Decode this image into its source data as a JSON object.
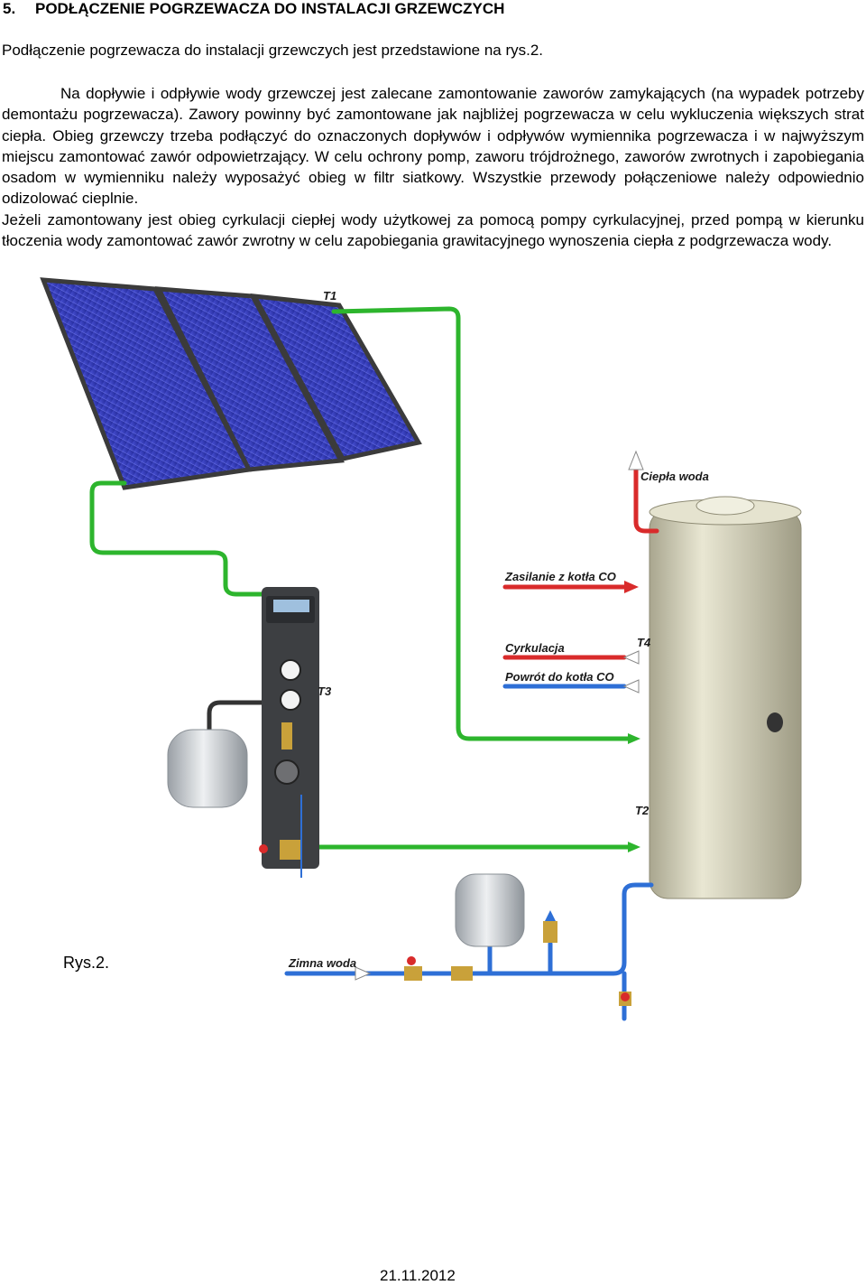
{
  "section": {
    "number": "5.",
    "title": "PODŁĄCZENIE POGRZEWACZA DO INSTALACJI GRZEWCZYCH"
  },
  "intro": "Podłączenie pogrzewacza do instalacji grzewczych jest przedstawione na rys.2.",
  "paragraph1": "Na dopływie i odpływie wody grzewczej jest zalecane zamontowanie zaworów zamykających (na wypadek potrzeby demontażu pogrzewacza). Zawory powinny być zamontowane jak najbliżej pogrzewacza w celu wykluczenia większych strat ciepła. Obieg grzewczy trzeba podłączyć do oznaczonych dopływów i odpływów wymiennika pogrzewacza i w najwyższym miejscu zamontować zawór odpowietrzający. W celu ochrony pomp, zaworu trójdrożnego, zaworów zwrotnych i zapobiegania osadom w wymienniku należy wyposażyć obieg w filtr siatkowy. Wszystkie przewody połączeniowe należy odpowiednio odizolować cieplnie.",
  "paragraph2": "Jeżeli zamontowany jest obieg cyrkulacji ciepłej wody użytkowej za pomocą pompy cyrkulacyjnej, przed pompą w kierunku tłoczenia wody zamontować zawór zwrotny w celu zapobiegania grawitacyjnego wynoszenia ciepła z podgrzewacza wody.",
  "diagram": {
    "labels": {
      "t1": "T1",
      "t2": "T2",
      "t3": "T3",
      "t4": "T4",
      "hot_water": "Ciepła woda",
      "boiler_supply": "Zasilanie z kotła CO",
      "circulation": "Cyrkulacja",
      "boiler_return": "Powrót do kotła CO",
      "cold_water": "Zimna woda"
    },
    "colors": {
      "solar_loop": "#2db52d",
      "hot": "#d92b2b",
      "cold": "#2e6fd6",
      "tank": "#d8d6c0",
      "panel": "#2f35b8"
    }
  },
  "caption": "Rys.2.",
  "date": "21.11.2012"
}
